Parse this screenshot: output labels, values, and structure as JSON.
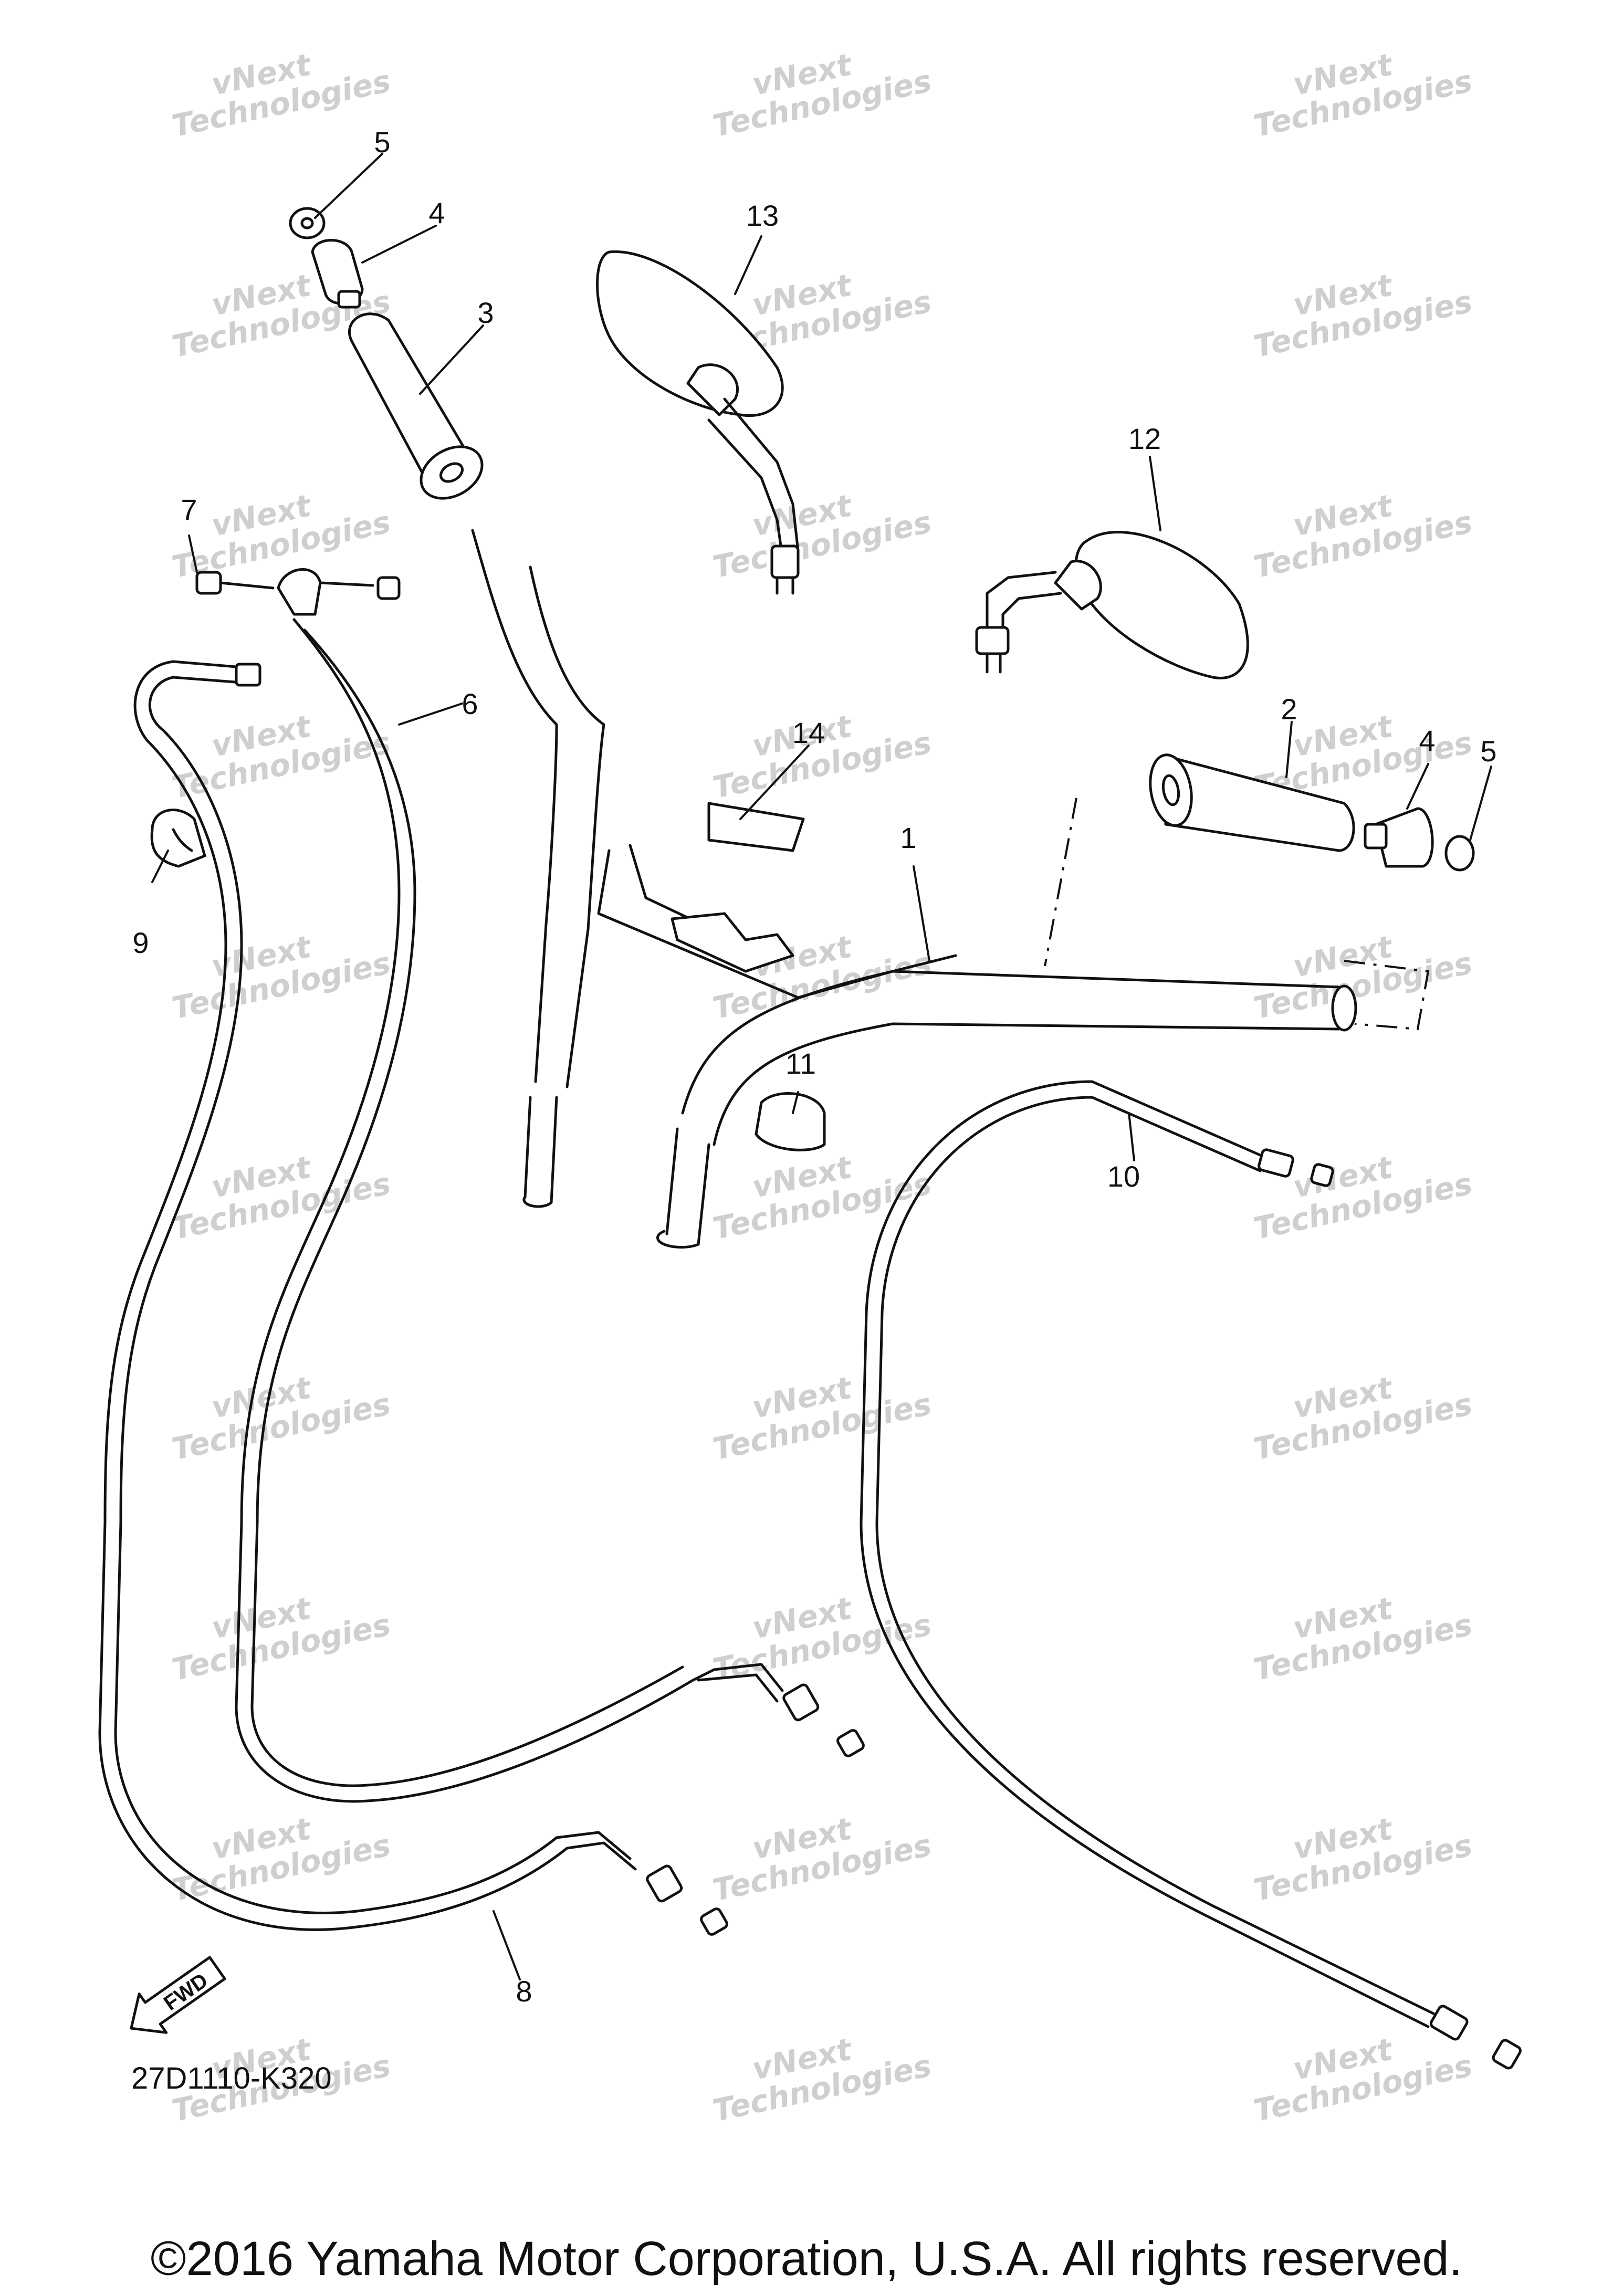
{
  "callouts": [
    "1",
    "2",
    "3",
    "4",
    "4",
    "5",
    "5",
    "6",
    "7",
    "8",
    "9",
    "10",
    "11",
    "12",
    "13",
    "14"
  ],
  "watermark": {
    "line1": "vNext",
    "line2": "Technologies"
  },
  "fwd_label": "FWD",
  "diagram_code": "27D1110-K320",
  "copyright": "©2016 Yamaha Motor Corporation, U.S.A. All rights reserved."
}
